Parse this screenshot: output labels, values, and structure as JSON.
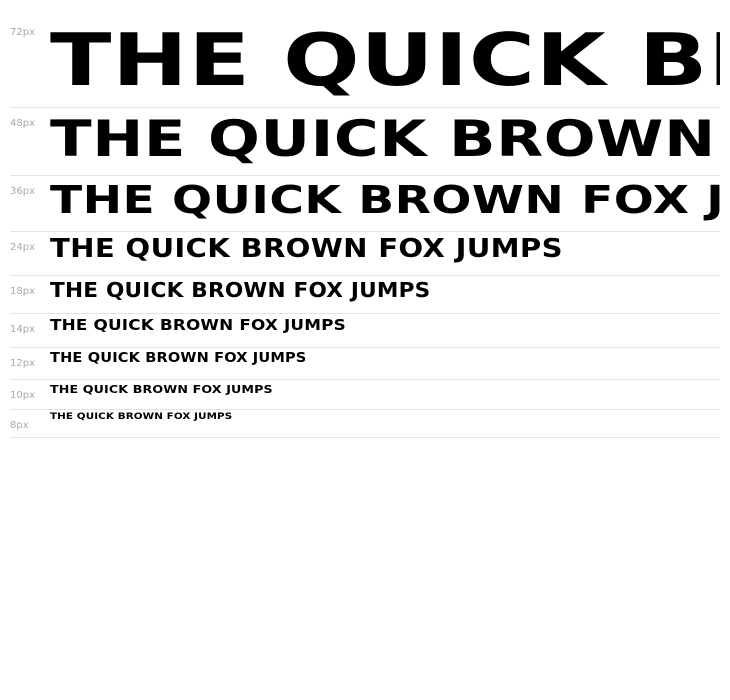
{
  "sample_text": "THE QUICK BROWN FOX JUMPS",
  "rows": [
    {
      "size_label": "72px",
      "sample": "THE QUICK BROWN FOX JUMPS"
    },
    {
      "size_label": "48px",
      "sample": "THE QUICK BROWN FOX JUMPS"
    },
    {
      "size_label": "36px",
      "sample": "THE QUICK BROWN FOX JUMPS"
    },
    {
      "size_label": "24px",
      "sample": "THE QUICK BROWN FOX JUMPS"
    },
    {
      "size_label": "18px",
      "sample": "THE QUICK BROWN FOX JUMPS"
    },
    {
      "size_label": "14px",
      "sample": "THE QUICK BROWN FOX JUMPS"
    },
    {
      "size_label": "12px",
      "sample": "THE QUICK BROWN FOX JUMPS"
    },
    {
      "size_label": "10px",
      "sample": "THE QUICK BROWN FOX JUMPS"
    },
    {
      "size_label": "8px",
      "sample": "THE QUICK BROWN FOX JUMPS"
    }
  ],
  "colors": {
    "text": "#000000",
    "label": "#a9a9a9",
    "divider": "#e4e4e4",
    "background": "#ffffff"
  }
}
